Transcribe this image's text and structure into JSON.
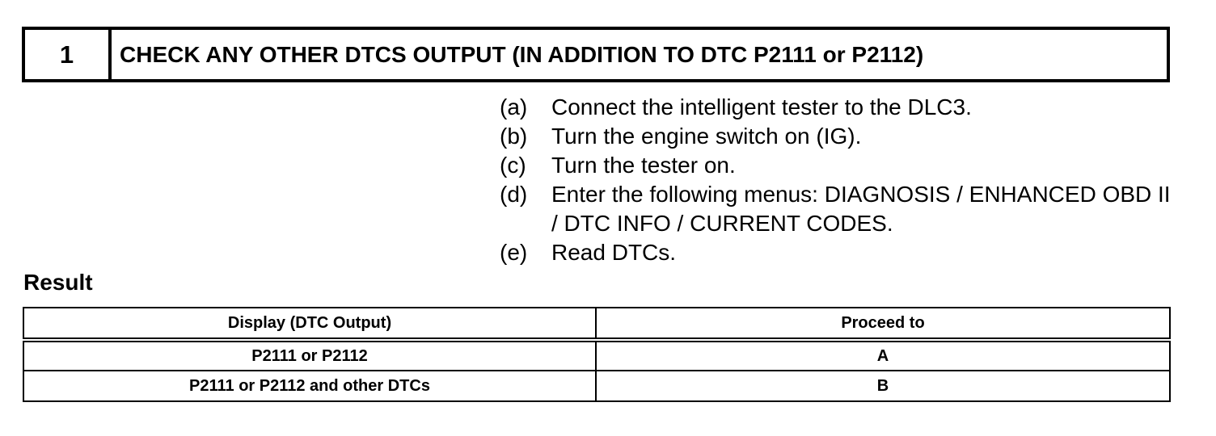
{
  "step": {
    "number": "1",
    "title": "CHECK ANY OTHER DTCS OUTPUT (IN ADDITION TO DTC P2111 or P2112)"
  },
  "procedure": [
    {
      "marker": "(a)",
      "text": "Connect the intelligent tester to the DLC3."
    },
    {
      "marker": "(b)",
      "text": "Turn the engine switch on (IG)."
    },
    {
      "marker": "(c)",
      "text": "Turn the tester on."
    },
    {
      "marker": "(d)",
      "text": "Enter the following menus: DIAGNOSIS / ENHANCED OBD II / DTC INFO / CURRENT CODES."
    },
    {
      "marker": "(e)",
      "text": "Read DTCs."
    }
  ],
  "result": {
    "heading": "Result",
    "columns": [
      "Display (DTC Output)",
      "Proceed to"
    ],
    "rows": [
      [
        "P2111 or P2112",
        "A"
      ],
      [
        "P2111 or P2112 and other DTCs",
        "B"
      ]
    ]
  }
}
